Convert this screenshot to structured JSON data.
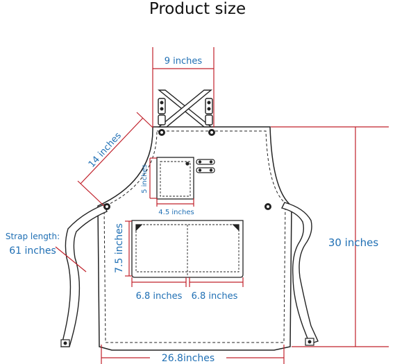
{
  "title": "Product size",
  "labels": {
    "top_width": "9 inches",
    "shoulder": "14 inches",
    "small_pocket_height": "5 inches",
    "small_pocket_width": "4.5 inches",
    "big_pocket_height": "7.5 inches",
    "pocket_left_width": "6.8 inches",
    "pocket_right_width": "6.8 inches",
    "strap_line1": "Strap length:",
    "strap_line2": "61 inches",
    "total_length": "30 inches",
    "bottom_width": "26.8inches"
  },
  "colors": {
    "outline": "#222222",
    "dimension_line": "#c0202a",
    "label_text": "#1f6fb4"
  }
}
